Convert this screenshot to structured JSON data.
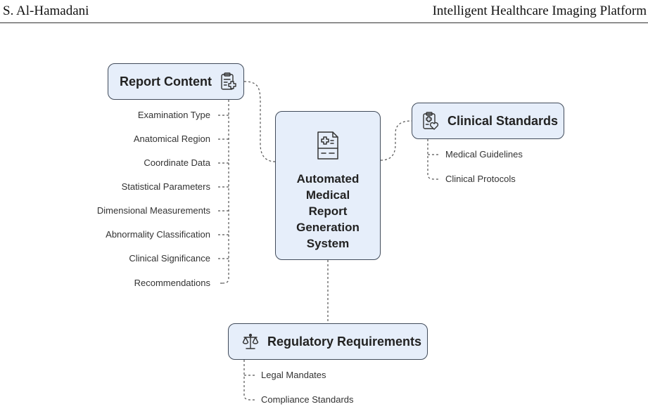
{
  "header": {
    "author": "S. Al-Hamadani",
    "title": "Intelligent Healthcare Imaging Platform"
  },
  "center": {
    "title_lines": [
      "Automated",
      "Medical",
      "Report",
      "Generation",
      "System"
    ],
    "icon": "medical-report-icon"
  },
  "report_content": {
    "title": "Report Content",
    "icon": "clipboard-plus-icon",
    "items": [
      "Examination Type",
      "Anatomical Region",
      "Coordinate Data",
      "Statistical Parameters",
      "Dimensional Measurements",
      "Abnormality Classification",
      "Clinical Significance",
      "Recommendations"
    ]
  },
  "clinical_standards": {
    "title": "Clinical Standards",
    "icon": "clipboard-heart-icon",
    "items": [
      "Medical Guidelines",
      "Clinical Protocols"
    ]
  },
  "regulatory_requirements": {
    "title": "Regulatory Requirements",
    "icon": "scales-icon",
    "items": [
      "Legal Mandates",
      "Compliance Standards"
    ]
  },
  "colors": {
    "node_fill": "#e6eefa",
    "node_border": "#414b5a",
    "connector": "#555555"
  }
}
